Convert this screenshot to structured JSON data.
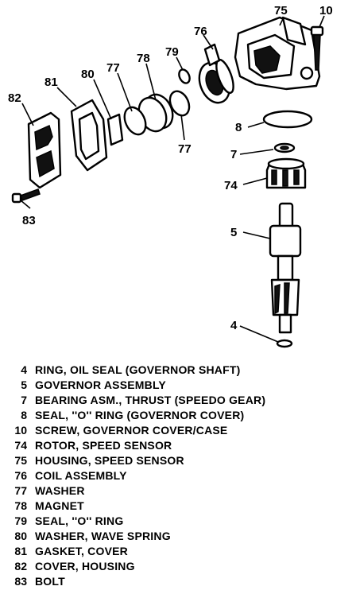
{
  "callouts": {
    "c75": "75",
    "c10": "10",
    "c76": "76",
    "c79": "79",
    "c78": "78",
    "c77a": "77",
    "c80": "80",
    "c81": "81",
    "c82": "82",
    "c8": "8",
    "c77b": "77",
    "c7": "7",
    "c74": "74",
    "c83": "83",
    "c5": "5",
    "c4": "4"
  },
  "legend": [
    {
      "num": "4",
      "desc": "RING, OIL SEAL (GOVERNOR SHAFT)"
    },
    {
      "num": "5",
      "desc": "GOVERNOR ASSEMBLY"
    },
    {
      "num": "7",
      "desc": "BEARING ASM., THRUST (SPEEDO GEAR)"
    },
    {
      "num": "8",
      "desc": "SEAL, ''O'' RING (GOVERNOR COVER)"
    },
    {
      "num": "10",
      "desc": "SCREW, GOVERNOR COVER/CASE"
    },
    {
      "num": "74",
      "desc": "ROTOR, SPEED SENSOR"
    },
    {
      "num": "75",
      "desc": "HOUSING, SPEED SENSOR"
    },
    {
      "num": "76",
      "desc": "COIL ASSEMBLY"
    },
    {
      "num": "77",
      "desc": "WASHER"
    },
    {
      "num": "78",
      "desc": "MAGNET"
    },
    {
      "num": "79",
      "desc": "SEAL, ''O'' RING"
    },
    {
      "num": "80",
      "desc": "WASHER, WAVE SPRING"
    },
    {
      "num": "81",
      "desc": "GASKET, COVER"
    },
    {
      "num": "82",
      "desc": "COVER, HOUSING"
    },
    {
      "num": "83",
      "desc": "BOLT"
    }
  ]
}
